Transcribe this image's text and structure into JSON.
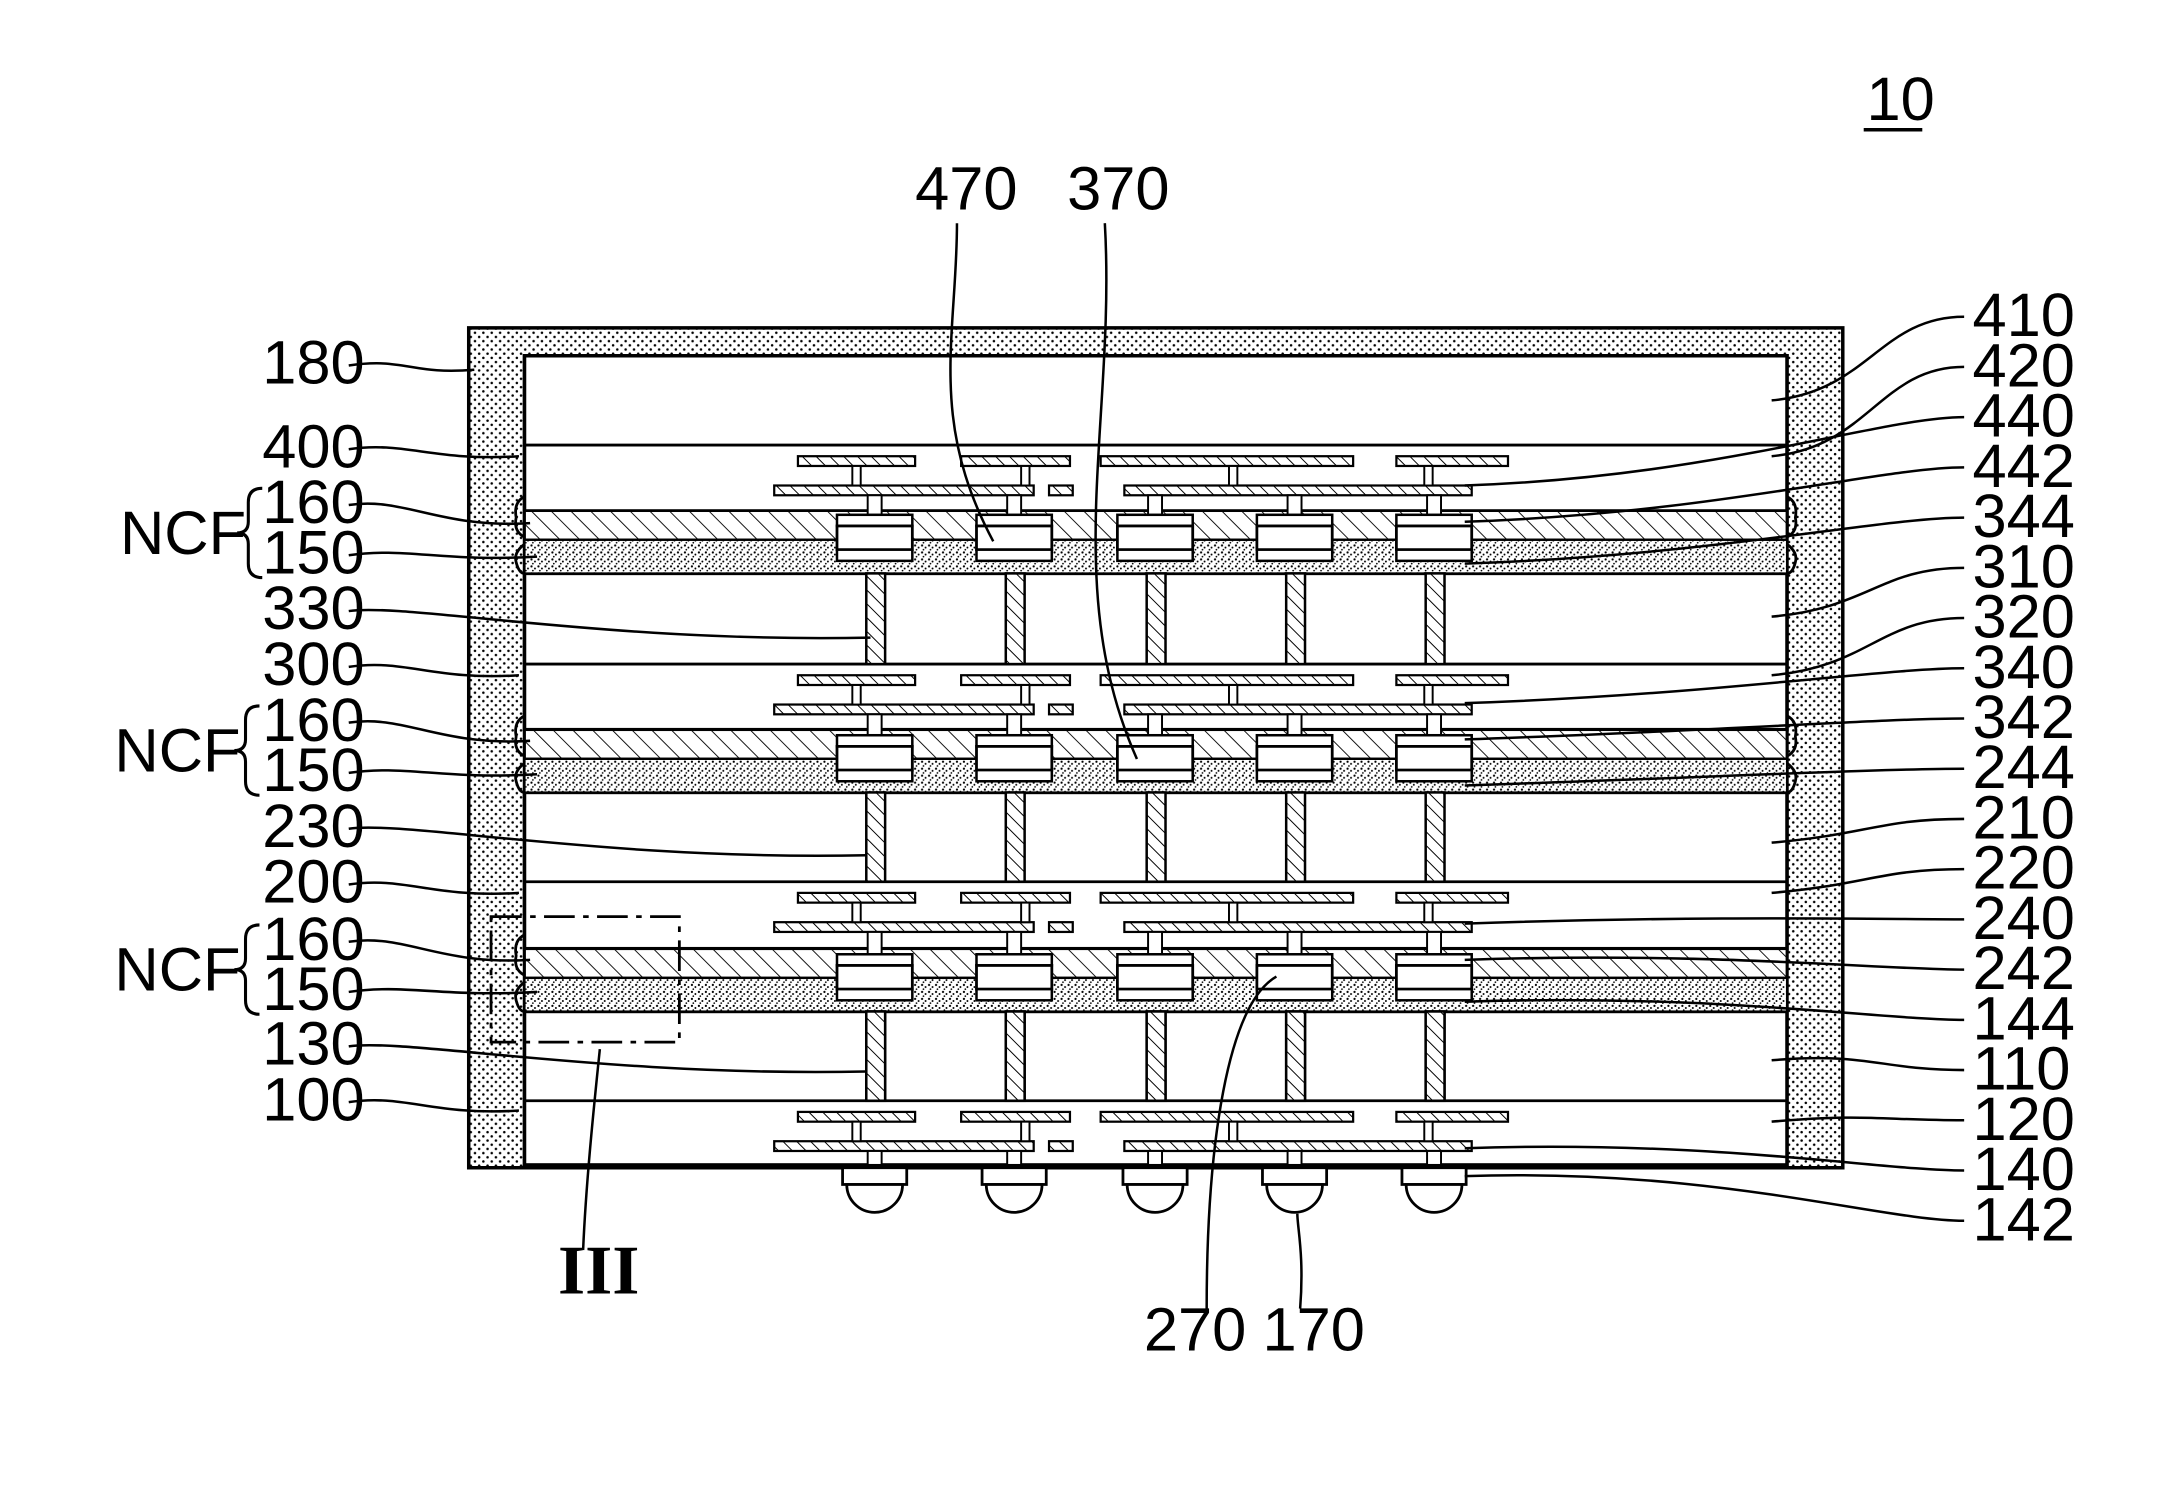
{
  "figure": {
    "number": "10",
    "detail_marker": "III",
    "ncf": "NCF",
    "left_labels": [
      "180",
      "400",
      "160",
      "150",
      "330",
      "300",
      "160",
      "150",
      "230",
      "200",
      "160",
      "150",
      "130",
      "100"
    ],
    "right_labels": [
      "410",
      "420",
      "440",
      "442",
      "344",
      "310",
      "320",
      "340",
      "342",
      "244",
      "210",
      "220",
      "240",
      "242",
      "144",
      "110",
      "120",
      "140",
      "142"
    ],
    "top_labels": [
      "470",
      "370"
    ],
    "bottom_labels": [
      "270",
      "170"
    ]
  }
}
